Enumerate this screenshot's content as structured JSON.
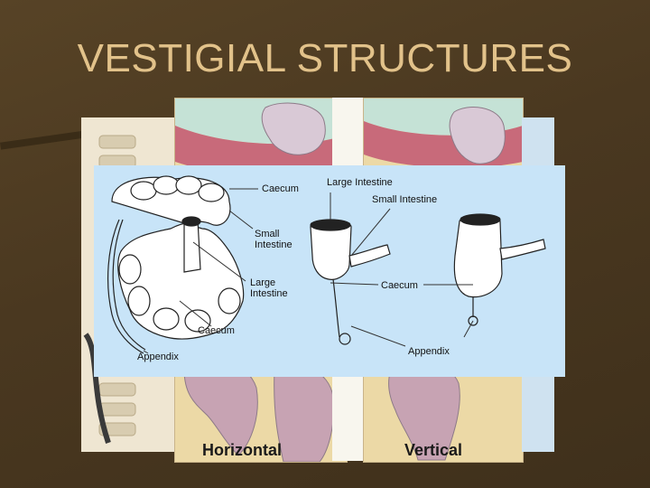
{
  "slide": {
    "title": "VESTIGIAL STRUCTURES"
  },
  "teeth": {
    "horizontal_label": "Horizontal",
    "vertical_label": "Vertical"
  },
  "diagram": {
    "left": {
      "caecum_top": "Caecum",
      "small_intestine_1": "Small",
      "small_intestine_2": "Intestine",
      "large_intestine_1": "Large",
      "large_intestine_2": "Intestine",
      "caecum_bottom": "Caecum",
      "appendix": "Appendix"
    },
    "right": {
      "large_intestine": "Large Intestine",
      "small_intestine": "Small Intestine",
      "caecum": "Caecum",
      "appendix": "Appendix"
    }
  }
}
